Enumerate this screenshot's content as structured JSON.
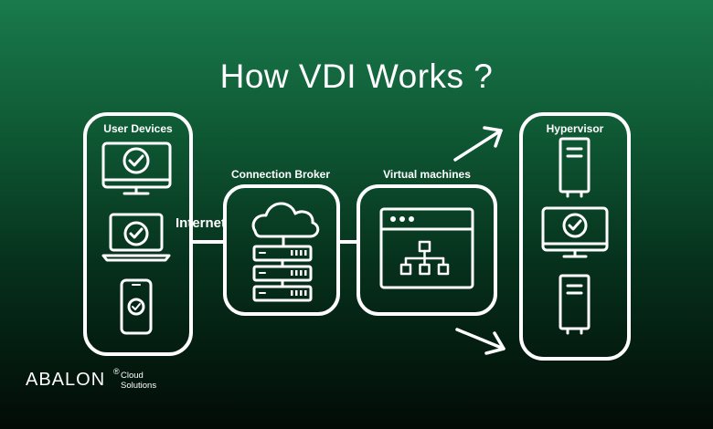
{
  "title": "How VDI Works ?",
  "labels": {
    "user_devices": "User Devices",
    "internet": "Internet",
    "connection_broker": "Connection Broker",
    "virtual_machines": "Virtual machines",
    "hypervisor": "Hypervisor"
  },
  "logo": {
    "name": "ABALON",
    "registered": "®",
    "sub_line1": "Cloud",
    "sub_line2": "Solutions"
  },
  "colors": {
    "foreground": "#ffffff",
    "bg_top": "#1a7a4c",
    "bg_bottom": "#020b06"
  },
  "icons": [
    "monitor-check-icon",
    "laptop-check-icon",
    "phone-check-icon",
    "cloud-icon",
    "server-rack-icon",
    "browser-window-icon",
    "network-tree-icon",
    "tower-server-icon",
    "arrow-icon"
  ]
}
